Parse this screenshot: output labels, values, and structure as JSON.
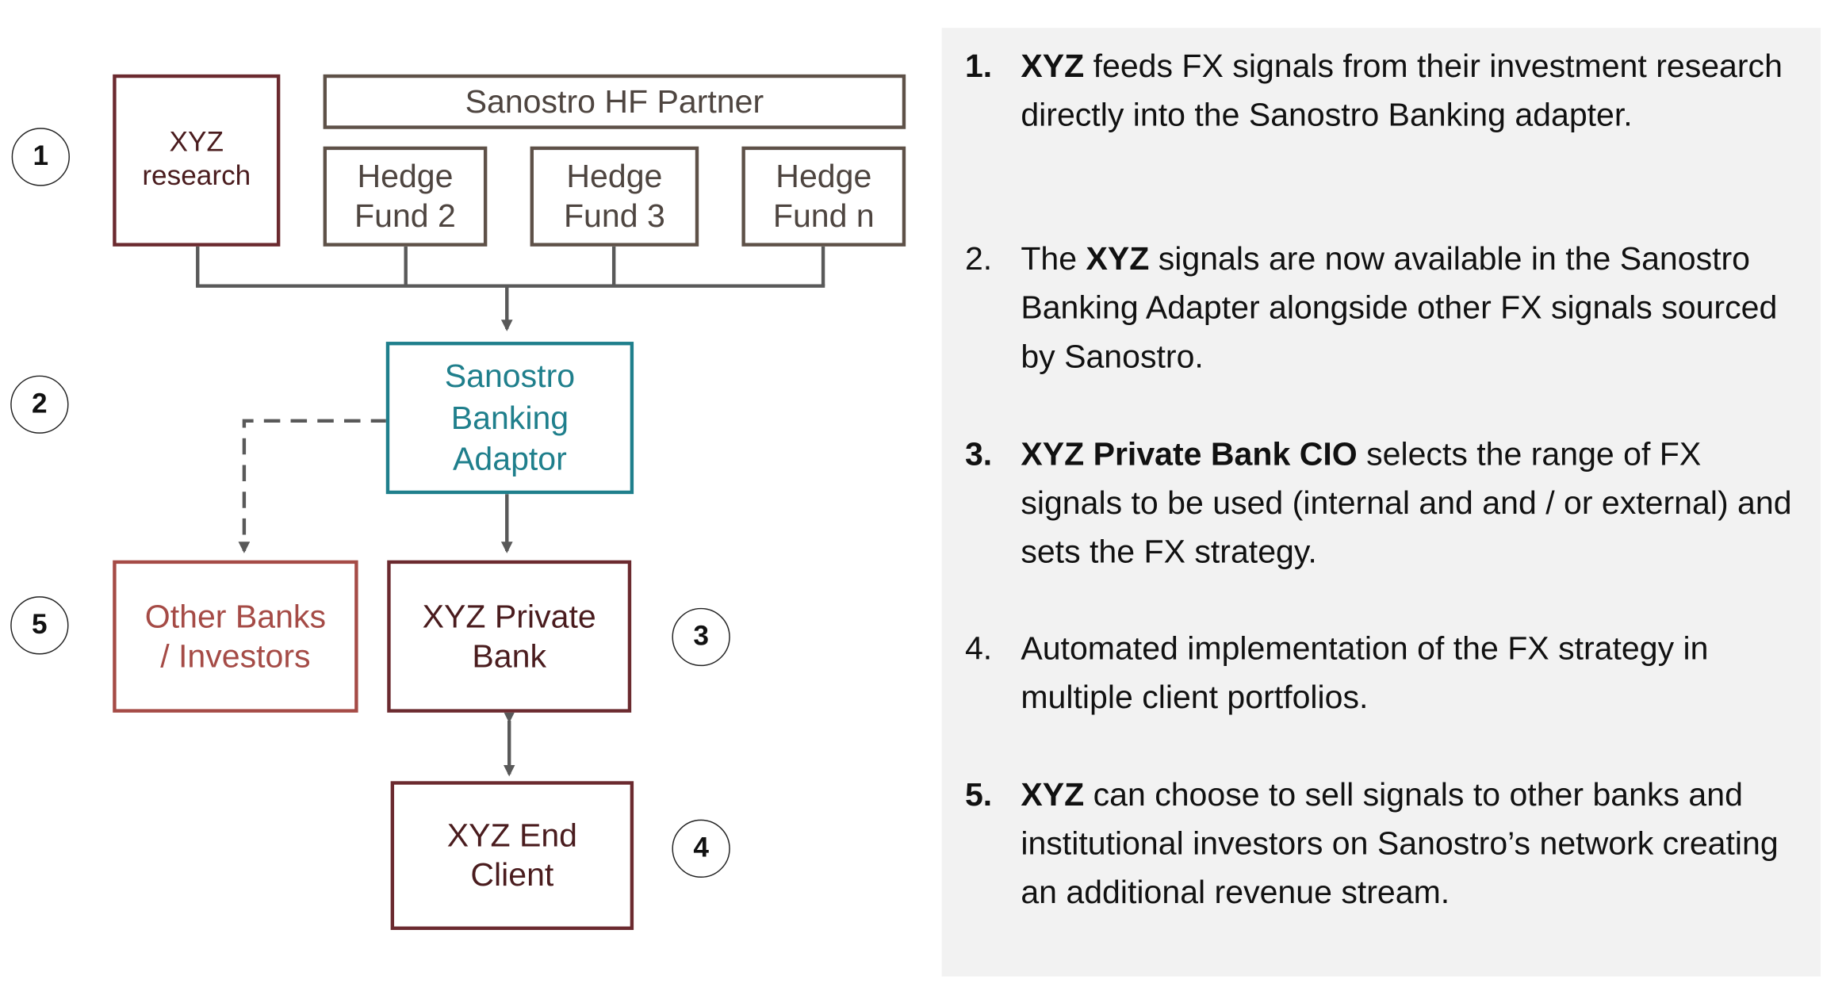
{
  "diagram": {
    "nodes": {
      "xyz_research": [
        "XYZ",
        "research"
      ],
      "hf_partner": "Sanostro HF Partner",
      "hedge_fund_2": [
        "Hedge",
        "Fund 2"
      ],
      "hedge_fund_3": [
        "Hedge",
        "Fund 3"
      ],
      "hedge_fund_n": [
        "Hedge",
        "Fund n"
      ],
      "banking_adaptor": [
        "Sanostro",
        "Banking",
        "Adaptor"
      ],
      "other_banks": [
        "Other Banks",
        "/ Investors"
      ],
      "private_bank": [
        "XYZ Private",
        "Bank"
      ],
      "end_client": [
        "XYZ End",
        "Client"
      ]
    },
    "markers": [
      "1",
      "2",
      "5",
      "3",
      "4"
    ]
  },
  "steps": [
    {
      "num": "1.",
      "bold": "XYZ",
      "text": " feeds FX signals from their investment research directly into the Sanostro Banking adapter."
    },
    {
      "num": "2.",
      "pre": "The ",
      "bold": "XYZ",
      "text": " signals are now available in the Sanostro Banking Adapter alongside other FX signals sourced by Sanostro."
    },
    {
      "num": "3.",
      "bold": "XYZ Private Bank CIO",
      "text": " selects the range of FX signals to be used (internal and and / or external) and sets the FX strategy."
    },
    {
      "num": "4.",
      "text": "Automated implementation of the FX strategy in multiple client portfolios."
    },
    {
      "num": "5.",
      "bold": "XYZ",
      "text": " can choose to sell signals to other banks and institutional investors on Sanostro’s network creating an additional revenue stream."
    }
  ]
}
